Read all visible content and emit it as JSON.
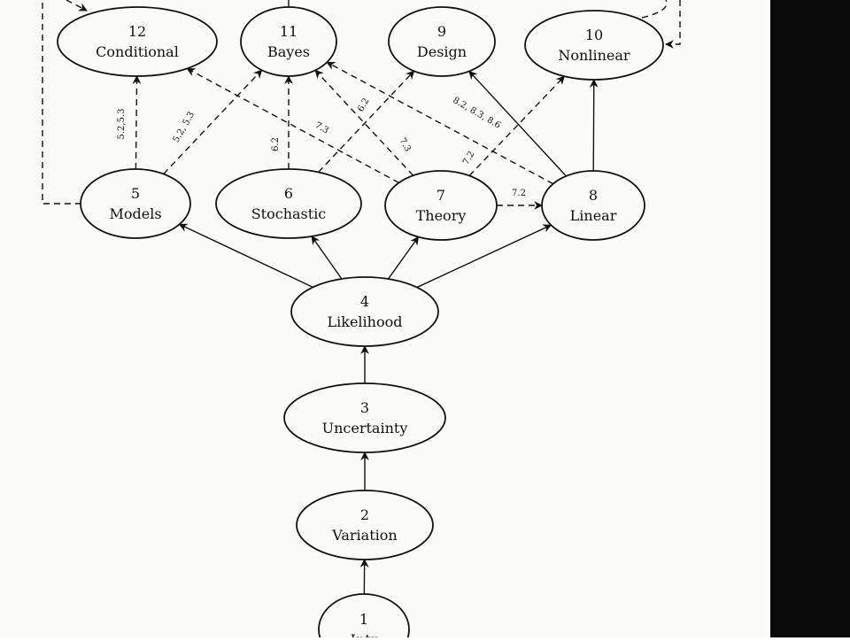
{
  "nodes": [
    {
      "id": "n12",
      "number": "12",
      "label": "Conditional"
    },
    {
      "id": "n11",
      "number": "11",
      "label": "Bayes"
    },
    {
      "id": "n9",
      "number": "9",
      "label": "Design"
    },
    {
      "id": "n10",
      "number": "10",
      "label": "Nonlinear"
    },
    {
      "id": "n5",
      "number": "5",
      "label": "Models"
    },
    {
      "id": "n6",
      "number": "6",
      "label": "Stochastic"
    },
    {
      "id": "n7",
      "number": "7",
      "label": "Theory"
    },
    {
      "id": "n8",
      "number": "8",
      "label": "Linear"
    },
    {
      "id": "n4",
      "number": "4",
      "label": "Likelihood"
    },
    {
      "id": "n3",
      "number": "3",
      "label": "Uncertainty"
    },
    {
      "id": "n2",
      "number": "2",
      "label": "Variation"
    },
    {
      "id": "n1",
      "number": "1",
      "label": "Intr"
    }
  ],
  "edges": [
    {
      "from": "n1",
      "to": "n2",
      "style": "solid",
      "label": ""
    },
    {
      "from": "n2",
      "to": "n3",
      "style": "solid",
      "label": ""
    },
    {
      "from": "n3",
      "to": "n4",
      "style": "solid",
      "label": ""
    },
    {
      "from": "n4",
      "to": "n5",
      "style": "solid",
      "label": ""
    },
    {
      "from": "n4",
      "to": "n6",
      "style": "solid",
      "label": ""
    },
    {
      "from": "n4",
      "to": "n7",
      "style": "solid",
      "label": ""
    },
    {
      "from": "n4",
      "to": "n8",
      "style": "solid",
      "label": ""
    },
    {
      "from": "n8",
      "to": "n10",
      "style": "solid",
      "label": ""
    },
    {
      "from": "n8",
      "to": "n9",
      "style": "solid",
      "label": ""
    },
    {
      "from": "n5",
      "to": "n12",
      "style": "dashed",
      "label": "5.2,5.3"
    },
    {
      "from": "n5",
      "to": "n11",
      "style": "dashed",
      "label": "5.2, 5.3"
    },
    {
      "from": "n6",
      "to": "n11",
      "style": "dashed",
      "label": "6.2"
    },
    {
      "from": "n6",
      "to": "n9",
      "style": "dashed",
      "label": "6.2"
    },
    {
      "from": "n7",
      "to": "n12",
      "style": "dashed",
      "label": "7.3"
    },
    {
      "from": "n7",
      "to": "n11",
      "style": "dashed",
      "label": "7.3"
    },
    {
      "from": "n7",
      "to": "n10",
      "style": "dashed",
      "label": "7.2"
    },
    {
      "from": "n7",
      "to": "n8",
      "style": "dashed",
      "label": "7.2"
    },
    {
      "from": "n8",
      "to": "n11",
      "style": "dashed",
      "label": "8.2, 8.3, 8.6"
    }
  ]
}
